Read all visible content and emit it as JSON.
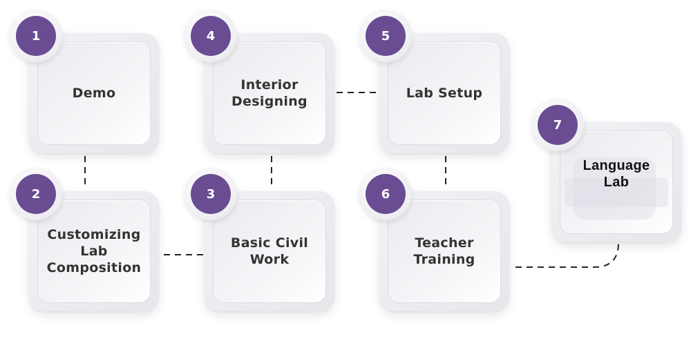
{
  "title": "Language Lab setup process",
  "accent_color": "#6a4c93",
  "steps": [
    {
      "number": "1",
      "label": "Demo"
    },
    {
      "number": "2",
      "label": "Customizing\nLab\nComposition"
    },
    {
      "number": "3",
      "label": "Basic Civil\nWork"
    },
    {
      "number": "4",
      "label": "Interior\nDesigning"
    },
    {
      "number": "5",
      "label": "Lab Setup"
    },
    {
      "number": "6",
      "label": "Teacher\nTraining"
    },
    {
      "number": "7",
      "label": "Language\nLab"
    }
  ],
  "connections": [
    {
      "from": "1",
      "to": "2"
    },
    {
      "from": "2",
      "to": "3"
    },
    {
      "from": "3",
      "to": "4"
    },
    {
      "from": "4",
      "to": "5"
    },
    {
      "from": "5",
      "to": "6"
    },
    {
      "from": "6",
      "to": "7"
    }
  ]
}
